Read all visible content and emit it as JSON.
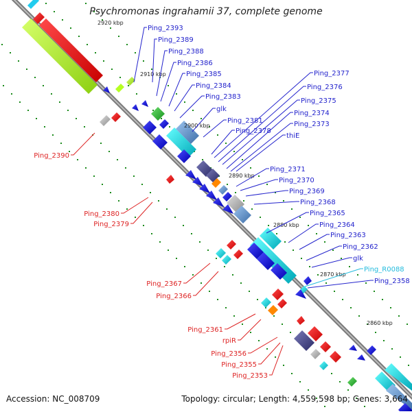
{
  "title": "Psychromonas ingrahamii 37, complete genome",
  "accession": "Accession: NC_008709",
  "summary": "Topology: circular; Length: 4,559,598 bp; Genes: 3,664",
  "colors": {
    "forward_label": "#2222cc",
    "reverse_label": "#dd2222",
    "rna_label": "#22bbdd",
    "backbone": "#8a8a8a",
    "tick": "#1a8a1a"
  },
  "scale_labels": [
    "2920 kbp",
    "2910 kbp",
    "2900 kbp",
    "2890 kbp",
    "2880 kbp",
    "2870 kbp",
    "2860 kbp"
  ],
  "forward_genes": [
    "Ping_2393",
    "Ping_2389",
    "Ping_2388",
    "Ping_2386",
    "Ping_2385",
    "Ping_2384",
    "Ping_2383",
    "glk",
    "Ping_2381",
    "Ping_2378",
    "Ping_2377",
    "Ping_2376",
    "Ping_2375",
    "Ping_2374",
    "Ping_2373",
    "thiE",
    "Ping_2371",
    "Ping_2370",
    "Ping_2369",
    "Ping_2368",
    "Ping_2365",
    "Ping_2364",
    "Ping_2363",
    "Ping_2362",
    "glk",
    "Ping_2358"
  ],
  "rna_genes": [
    "Ping_R0088"
  ],
  "reverse_genes": [
    "Ping_2390",
    "Ping_2380",
    "Ping_2379",
    "Ping_2367",
    "Ping_2366",
    "Ping_2361",
    "rpiR",
    "Ping_2356",
    "Ping_2355",
    "Ping_2353"
  ]
}
